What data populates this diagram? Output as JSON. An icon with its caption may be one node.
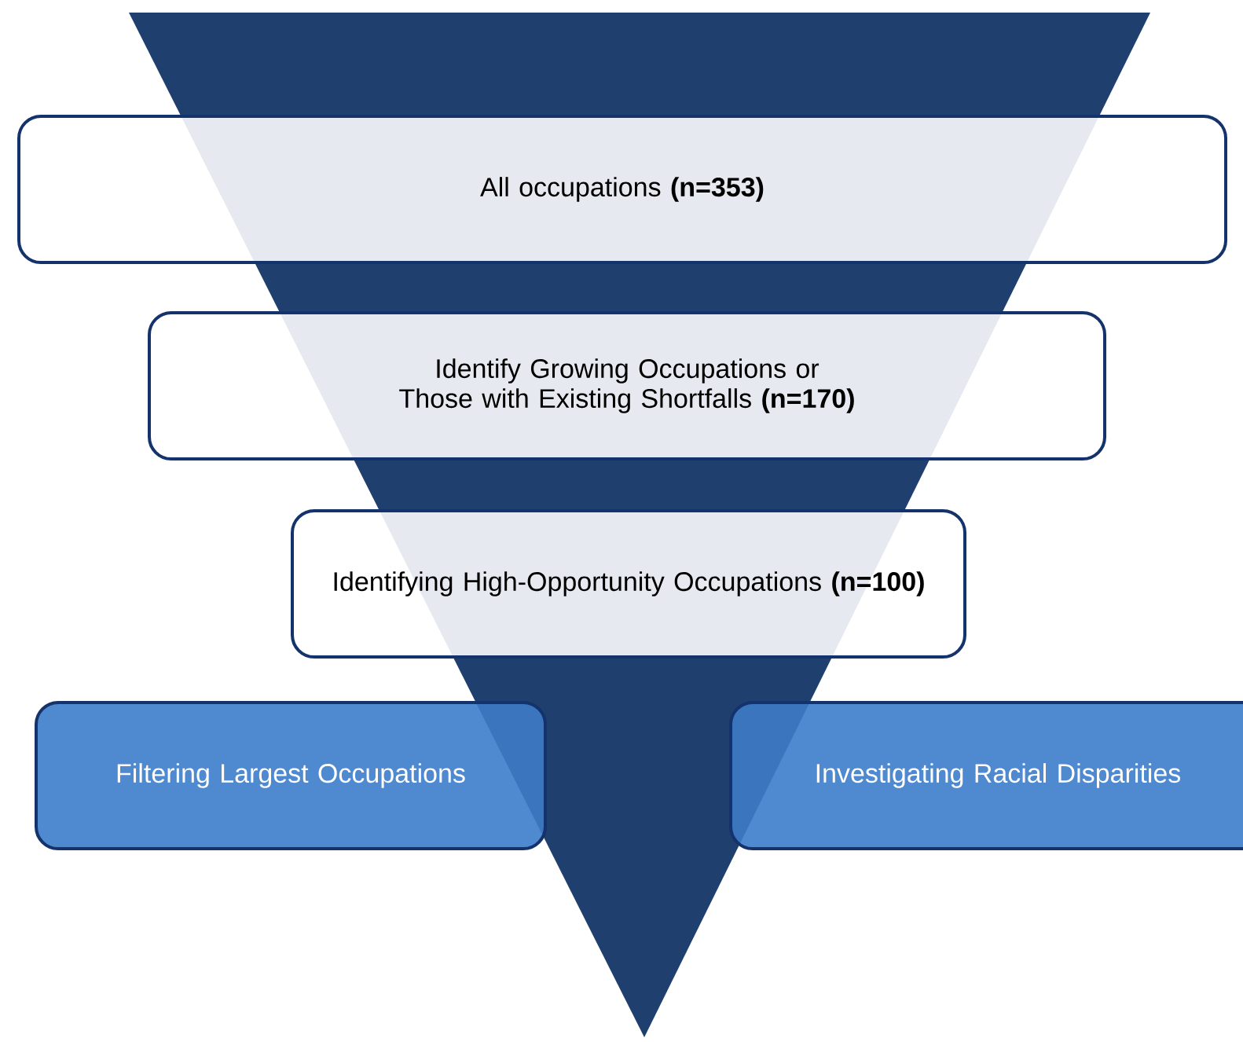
{
  "diagram": {
    "nodes": [
      {
        "text": [
          "All occupations **(n=353)**"
        ]
      },
      {
        "text": [
          "Identify Growing Occupations or Those with Existing Shortfalls **(n=170)**"
        ]
      },
      {
        "text": [
          "Identifying High-Opportunity Occupations **(n=100)**"
        ]
      },
      {
        "text": [
          "Filtering Largest Occupations"
        ]
      },
      {
        "text": [
          "Investigating Racial Disparities"
        ]
      }
    ]
  }
}
